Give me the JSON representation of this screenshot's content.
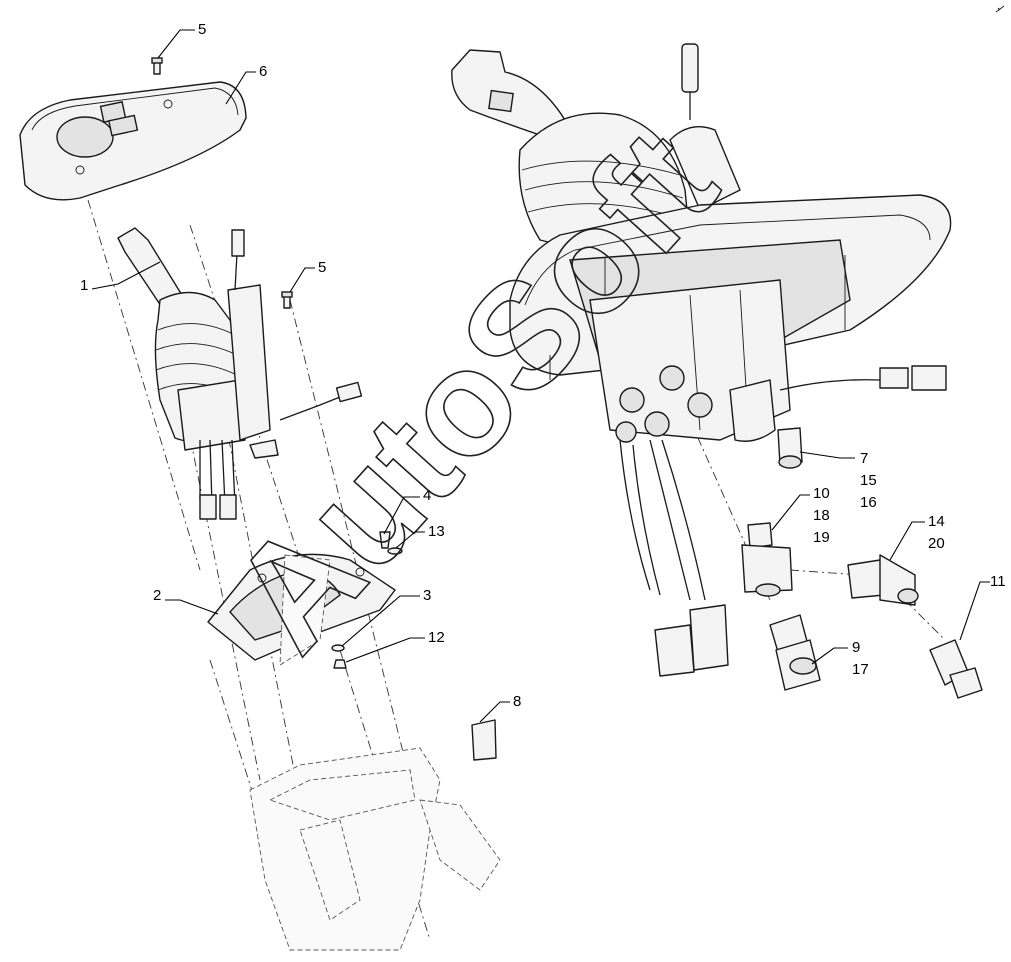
{
  "watermark": {
    "text": "AutoSoft"
  },
  "callouts": [
    {
      "id": "1",
      "lines": [
        "1"
      ]
    },
    {
      "id": "2",
      "lines": [
        "2"
      ]
    },
    {
      "id": "3",
      "lines": [
        "3"
      ]
    },
    {
      "id": "4",
      "lines": [
        "4"
      ]
    },
    {
      "id": "5a",
      "lines": [
        "5"
      ]
    },
    {
      "id": "5b",
      "lines": [
        "5"
      ]
    },
    {
      "id": "6",
      "lines": [
        "6"
      ]
    },
    {
      "id": "7",
      "lines": [
        "7",
        "15",
        "16"
      ]
    },
    {
      "id": "8",
      "lines": [
        "8"
      ]
    },
    {
      "id": "9",
      "lines": [
        "9",
        "17"
      ]
    },
    {
      "id": "10",
      "lines": [
        "10",
        "18",
        "19"
      ]
    },
    {
      "id": "11",
      "lines": [
        "11"
      ]
    },
    {
      "id": "12",
      "lines": [
        "12"
      ]
    },
    {
      "id": "13",
      "lines": [
        "13"
      ]
    },
    {
      "id": "14",
      "lines": [
        "14",
        "20"
      ]
    }
  ]
}
